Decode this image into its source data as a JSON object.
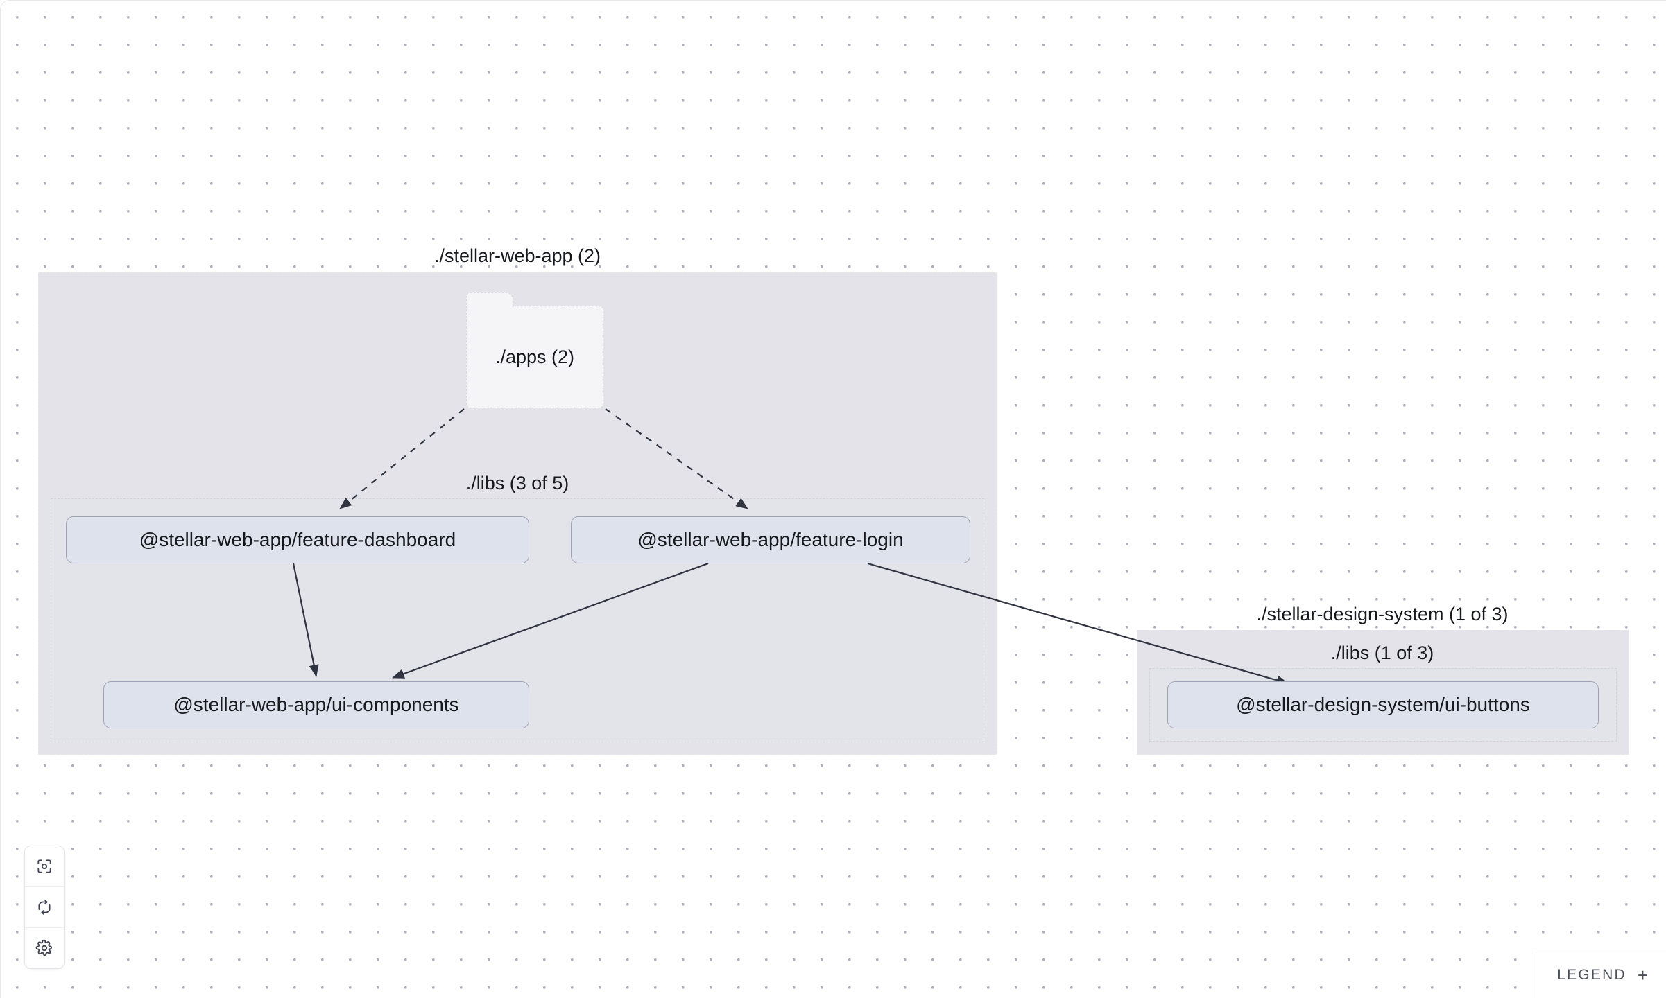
{
  "canvas": {
    "background_color": "#ffffff",
    "dot_color": "#a8b0c0",
    "grid_spacing": 40
  },
  "groups": [
    {
      "id": "stellar-web-app",
      "label": "./stellar-web-app (2)",
      "fill": "#e4e3ea",
      "border": "#ebe9f0"
    },
    {
      "id": "stellar-web-app-libs",
      "label": "./libs (3 of 5)",
      "fill": "transparent",
      "border": "#d3d2dc"
    },
    {
      "id": "stellar-design-system",
      "label": "./stellar-design-system (1 of 3)",
      "fill": "#e4e3ea",
      "border": "#ebe9f0"
    },
    {
      "id": "stellar-design-system-libs",
      "label": "./libs (1 of 3)",
      "fill": "transparent",
      "border": "#d3d2dc"
    }
  ],
  "folders": [
    {
      "id": "apps",
      "label": "./apps (2)",
      "fill": "#f5f5f8",
      "border": "#d8d7e0"
    }
  ],
  "nodes": [
    {
      "id": "feature-dashboard",
      "label": "@stellar-web-app/feature-dashboard",
      "fill": "#dee2ec",
      "border": "#9ea3b6"
    },
    {
      "id": "feature-login",
      "label": "@stellar-web-app/feature-login",
      "fill": "#dee2ec",
      "border": "#9ea3b6"
    },
    {
      "id": "ui-components",
      "label": "@stellar-web-app/ui-components",
      "fill": "#dee2ec",
      "border": "#9ea3b6"
    },
    {
      "id": "ui-buttons",
      "label": "@stellar-design-system/ui-buttons",
      "fill": "#dee2ec",
      "border": "#9ea3b6"
    }
  ],
  "edges": [
    {
      "from": "apps",
      "to": "feature-dashboard",
      "style": "dashed"
    },
    {
      "from": "apps",
      "to": "feature-login",
      "style": "dashed"
    },
    {
      "from": "feature-dashboard",
      "to": "ui-components",
      "style": "solid"
    },
    {
      "from": "feature-login",
      "to": "ui-components",
      "style": "solid"
    },
    {
      "from": "feature-login",
      "to": "ui-buttons",
      "style": "solid"
    }
  ],
  "toolbar": {
    "buttons": [
      {
        "id": "focus",
        "icon": "focus-target-icon",
        "title": "Focus"
      },
      {
        "id": "refresh",
        "icon": "refresh-icon",
        "title": "Refresh"
      },
      {
        "id": "settings",
        "icon": "gear-icon",
        "title": "Settings"
      }
    ]
  },
  "legend": {
    "label": "LEGEND",
    "toggle": "+"
  }
}
